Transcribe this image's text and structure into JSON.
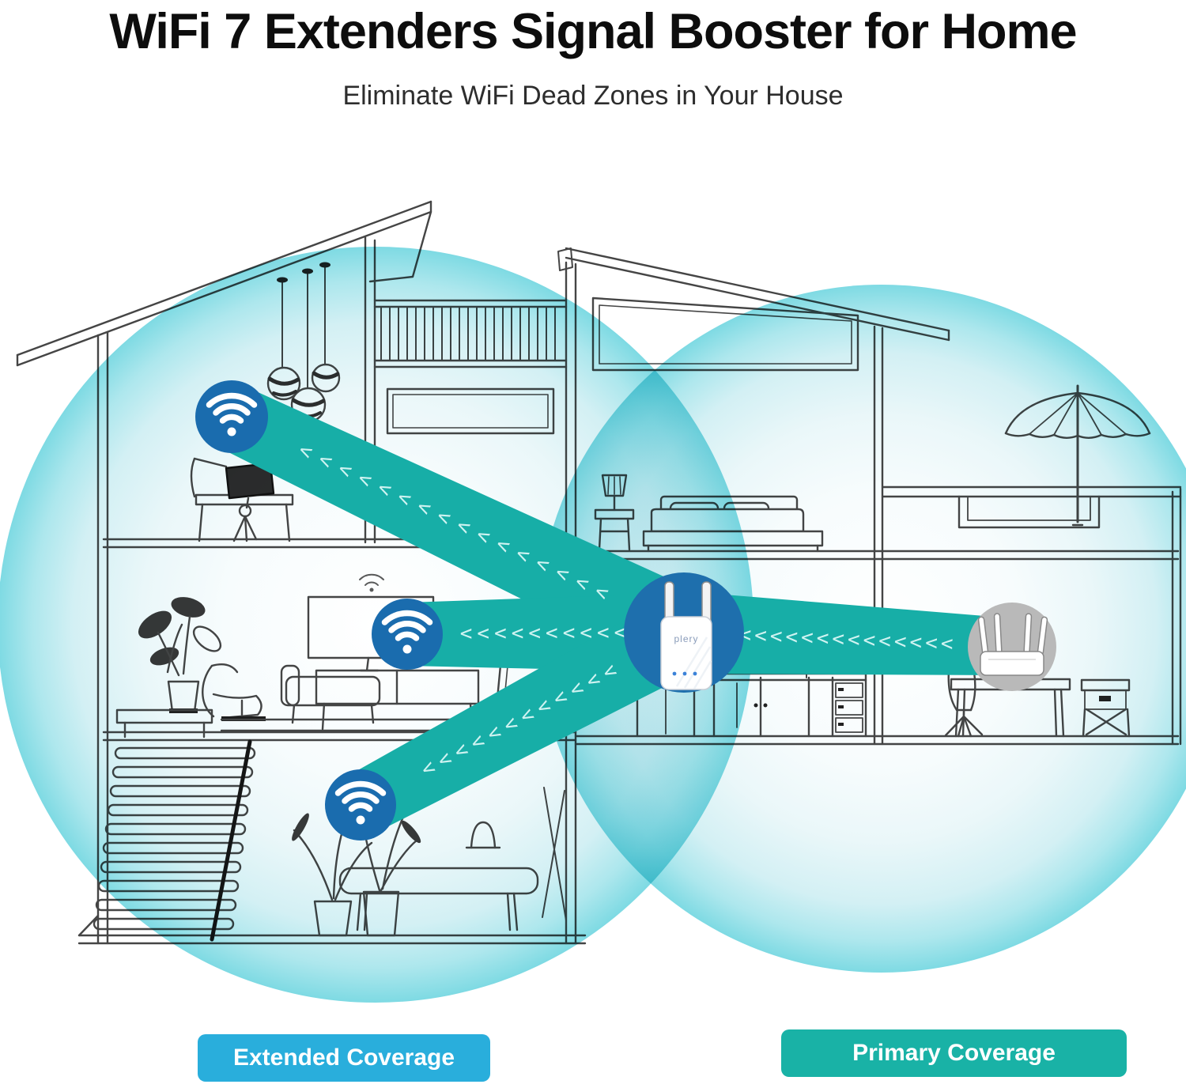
{
  "header": {
    "title": "WiFi 7 Extenders Signal Booster for Home",
    "subtitle": "Eliminate WiFi Dead Zones in Your House"
  },
  "diagram": {
    "extender_brand": "plery",
    "beam_chevrons": {
      "top": "<<<<<<<<<<<<<<<<",
      "middle": "<<<<<<<<<<",
      "bottom": "<<<<<<<<<<<<",
      "right": "<<<<<<<<<<<<<<"
    }
  },
  "legend": {
    "extended_label": "Extended Coverage",
    "primary_label": "Primary Coverage"
  },
  "colors": {
    "beam_teal": "#17AEA7",
    "wifi_node_blue": "#1A6CAE",
    "extender_circle_blue": "#1E6FAD",
    "router_circle_gray": "#B9B9B9",
    "extended_button_blue": "#29AEDC",
    "primary_button_teal": "#19B2A6"
  }
}
